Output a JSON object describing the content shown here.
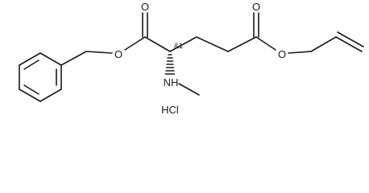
{
  "molecule": {
    "atoms": {
      "ester_o_left": "O",
      "carbonyl_o_left": "O",
      "amine_n": "NH",
      "carbonyl_o_right": "O",
      "ester_o_right": "O"
    },
    "stereo_label": "&1",
    "salt": "HCl"
  },
  "colors": {
    "bond": "#1a1a1a",
    "background": "#ffffff"
  }
}
